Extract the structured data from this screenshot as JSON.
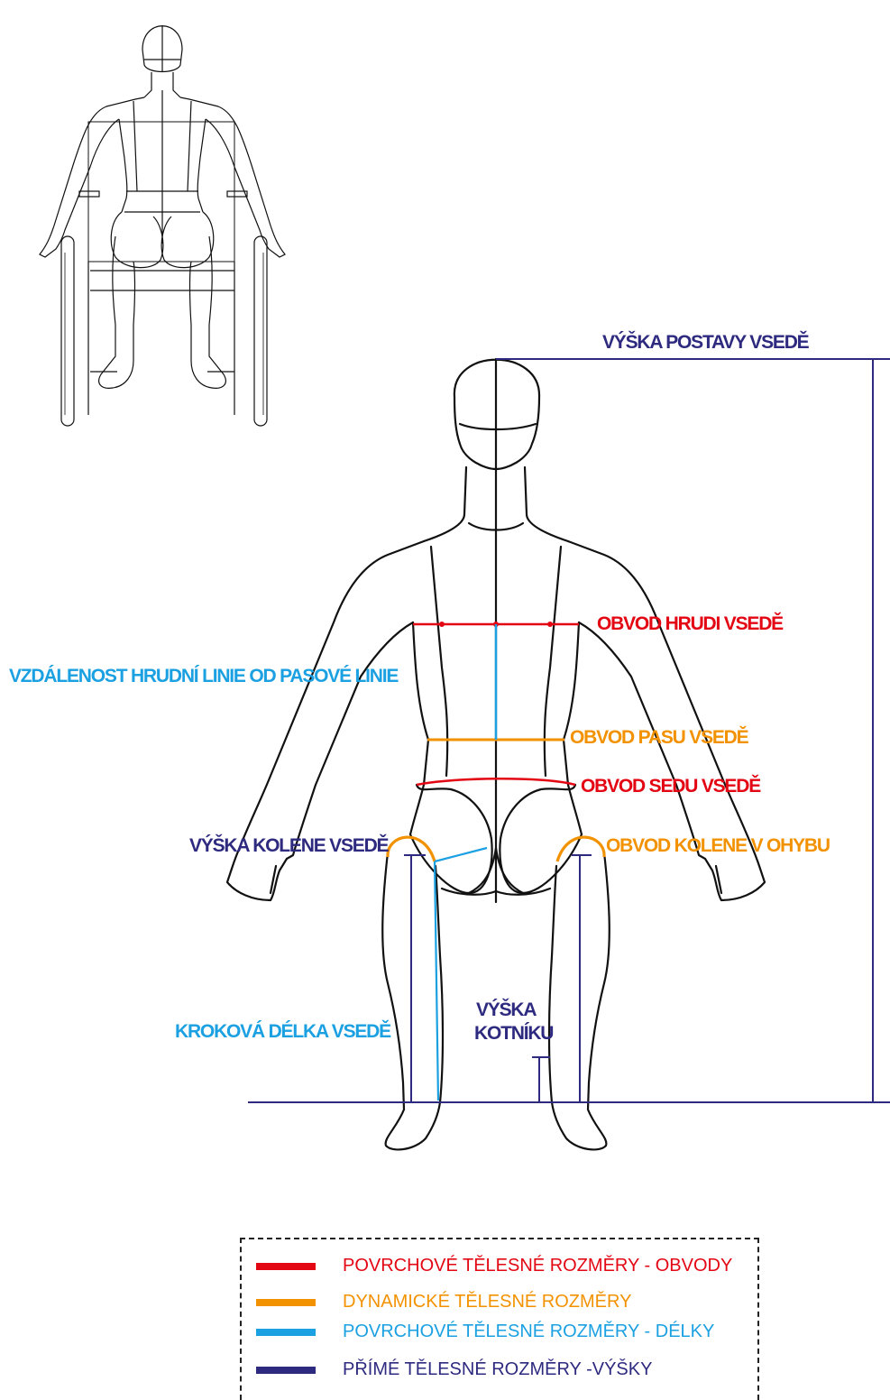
{
  "labels": {
    "vyska_postavy": "VÝŠKA POSTAVY VSEDĚ",
    "obvod_hrudi": "OBVOD HRUDI VSEDĚ",
    "vzdalenost": "VZDÁLENOST HRUDNÍ LINIE OD PASOVÉ LINIE",
    "obvod_pasu": "OBVOD PASU VSEDĚ",
    "obvod_sedu": "OBVOD SEDU  VSEDĚ",
    "vyska_kolene": "VÝŠKA KOLENE VSEDĚ",
    "obvod_kolene": "OBVOD KOLENE V OHYBU",
    "krokova_delka": "KROKOVÁ DÉLKA VSEDĚ",
    "vyska_kotniku_1": "VÝŠKA",
    "vyska_kotniku_2": "KOTNÍKU"
  },
  "legend": {
    "items": [
      {
        "text": "POVRCHOVÉ TĚLESNÉ ROZMĚRY - OBVODY",
        "color": "#e30613"
      },
      {
        "text": "DYNAMICKÉ TĚLESNÉ ROZMĚRY",
        "color": "#f39200"
      },
      {
        "text": "POVRCHOVÉ TĚLESNÉ ROZMĚRY - DÉLKY",
        "color": "#1ba0e2"
      },
      {
        "text": "PŘÍMÉ TĚLESNÉ ROZMĚRY -VÝŠKY",
        "color": "#2e2a80"
      }
    ]
  },
  "colors": {
    "red": "#e30613",
    "orange": "#f39200",
    "blue": "#1ba0e2",
    "navy": "#2e2a80",
    "outline": "#111111"
  }
}
